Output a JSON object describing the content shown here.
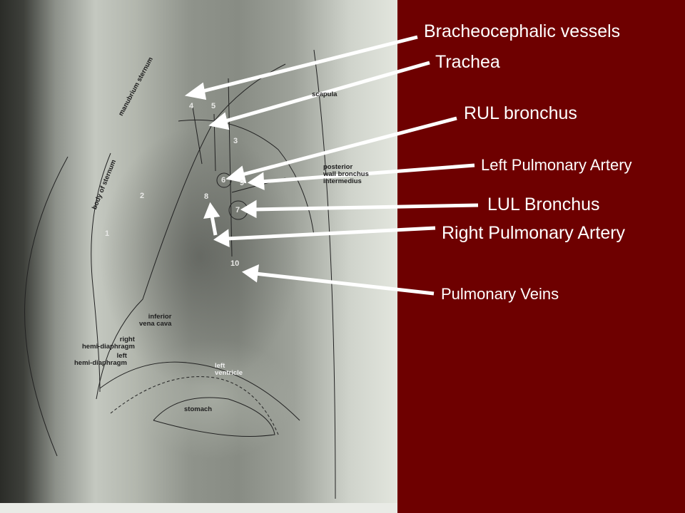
{
  "labels": {
    "brachiocephalic": "Bracheocephalic vessels",
    "trachea": "Trachea",
    "rul": "RUL bronchus",
    "lpa": "Left Pulmonary Artery",
    "lul": "LUL Bronchus",
    "rpa": "Right Pulmonary Artery",
    "pv": "Pulmonary Veins"
  },
  "xray": {
    "manubrium": "manubrium sternum",
    "body": "body of sternum",
    "scapula": "scapula",
    "posterior": "posterior",
    "wall": "wall bronchus",
    "intermedius": "intermedius",
    "ivc1": "inferior",
    "ivc2": "vena cava",
    "rhd1": "right",
    "rhd2": "hemi-diaphragm",
    "lhd1": "left",
    "lhd2": "hemi-diaphragm",
    "lv1": "left",
    "lv2": "ventricle",
    "stomach": "stomach",
    "numbers": [
      "1",
      "2",
      "3",
      "4",
      "5",
      "6",
      "7",
      "8",
      "9",
      "10"
    ]
  },
  "colors": {
    "panel": "#6e0000",
    "arrow": "#ffffff"
  }
}
